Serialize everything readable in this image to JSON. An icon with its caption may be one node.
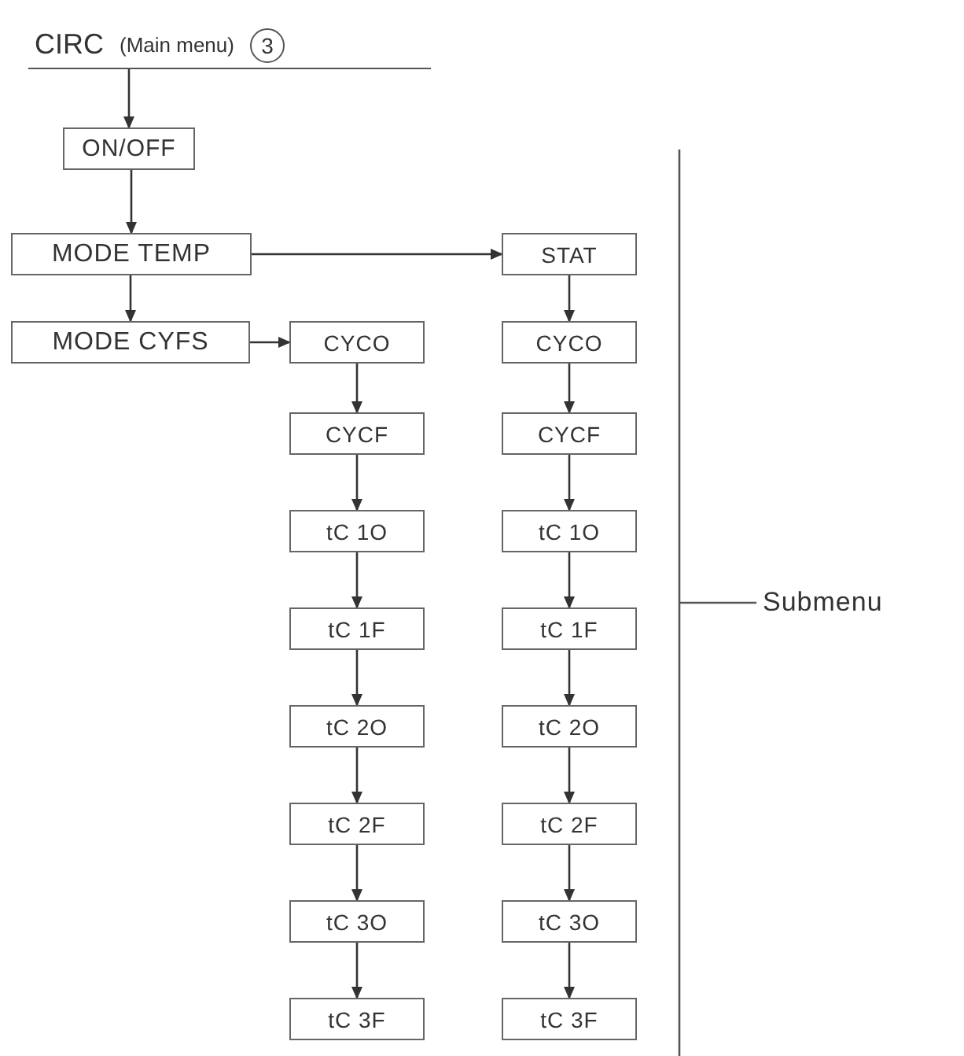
{
  "diagram": {
    "nodes": [
      {
        "text": [
          "CIRC",
          "(Main menu)",
          "3"
        ]
      },
      {
        "text": [
          "ON/OFF"
        ]
      },
      {
        "text": [
          "MODE TEMP"
        ]
      },
      {
        "text": [
          "STAT"
        ]
      },
      {
        "text": [
          "MODE CYFS"
        ]
      },
      {
        "text": [
          "CYCO"
        ]
      },
      {
        "text": [
          "CYCF"
        ]
      },
      {
        "text": [
          "tC 1O"
        ]
      },
      {
        "text": [
          "tC 1F"
        ]
      },
      {
        "text": [
          "tC 2O"
        ]
      },
      {
        "text": [
          "tC 2F"
        ]
      },
      {
        "text": [
          "tC 3O"
        ]
      },
      {
        "text": [
          "tC 3F"
        ]
      },
      {
        "text": [
          "CYCO"
        ]
      },
      {
        "text": [
          "CYCF"
        ]
      },
      {
        "text": [
          "tC 1O"
        ]
      },
      {
        "text": [
          "tC 1F"
        ]
      },
      {
        "text": [
          "tC 2O"
        ]
      },
      {
        "text": [
          "tC 2F"
        ]
      },
      {
        "text": [
          "tC 3O"
        ]
      },
      {
        "text": [
          "tC 3F"
        ]
      }
    ],
    "edges": [
      {
        "from": 0,
        "to": 1,
        "arrow": "to"
      },
      {
        "from": 1,
        "to": 2,
        "arrow": "to"
      },
      {
        "from": 2,
        "to": 3,
        "arrow": "to"
      },
      {
        "from": 2,
        "to": 4,
        "arrow": "to"
      },
      {
        "from": 4,
        "to": 5,
        "arrow": "to"
      },
      {
        "from": 5,
        "to": 6,
        "arrow": "to"
      },
      {
        "from": 6,
        "to": 7,
        "arrow": "to"
      },
      {
        "from": 7,
        "to": 8,
        "arrow": "to"
      },
      {
        "from": 8,
        "to": 9,
        "arrow": "to"
      },
      {
        "from": 9,
        "to": 10,
        "arrow": "to"
      },
      {
        "from": 10,
        "to": 11,
        "arrow": "to"
      },
      {
        "from": 11,
        "to": 12,
        "arrow": "to"
      },
      {
        "from": 3,
        "to": 13,
        "arrow": "to"
      },
      {
        "from": 13,
        "to": 14,
        "arrow": "to"
      },
      {
        "from": 14,
        "to": 15,
        "arrow": "to"
      },
      {
        "from": 15,
        "to": 16,
        "arrow": "to"
      },
      {
        "from": 16,
        "to": 17,
        "arrow": "to"
      },
      {
        "from": 17,
        "to": 18,
        "arrow": "to"
      },
      {
        "from": 18,
        "to": 19,
        "arrow": "to"
      },
      {
        "from": 19,
        "to": 20,
        "arrow": "to"
      }
    ],
    "labels": [
      "Submenu"
    ]
  }
}
